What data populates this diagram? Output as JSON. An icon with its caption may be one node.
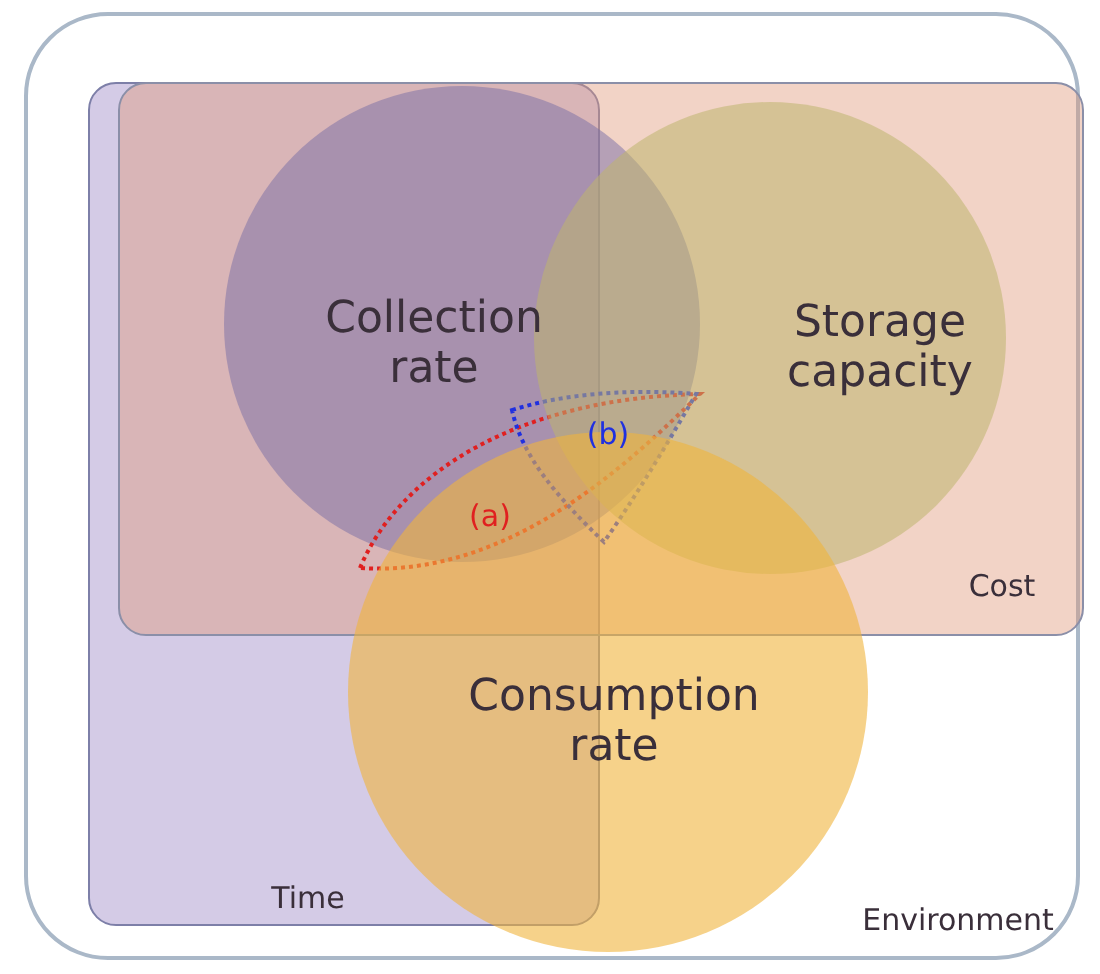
{
  "diagram": {
    "nodes": [
      {
        "text": [
          "Environment"
        ]
      },
      {
        "text": [
          "Time"
        ],
        "in": 0
      },
      {
        "text": [
          "Cost"
        ],
        "in": 0
      },
      {
        "text": [
          "Collection rate"
        ],
        "in": 2
      },
      {
        "text": [
          "Storage capacity"
        ],
        "in": 2
      },
      {
        "text": [
          "Consumption rate"
        ],
        "in": 0
      },
      {
        "text": [
          "(a)"
        ],
        "in": 3
      },
      {
        "text": [
          "(b)"
        ],
        "in": 6
      }
    ]
  }
}
